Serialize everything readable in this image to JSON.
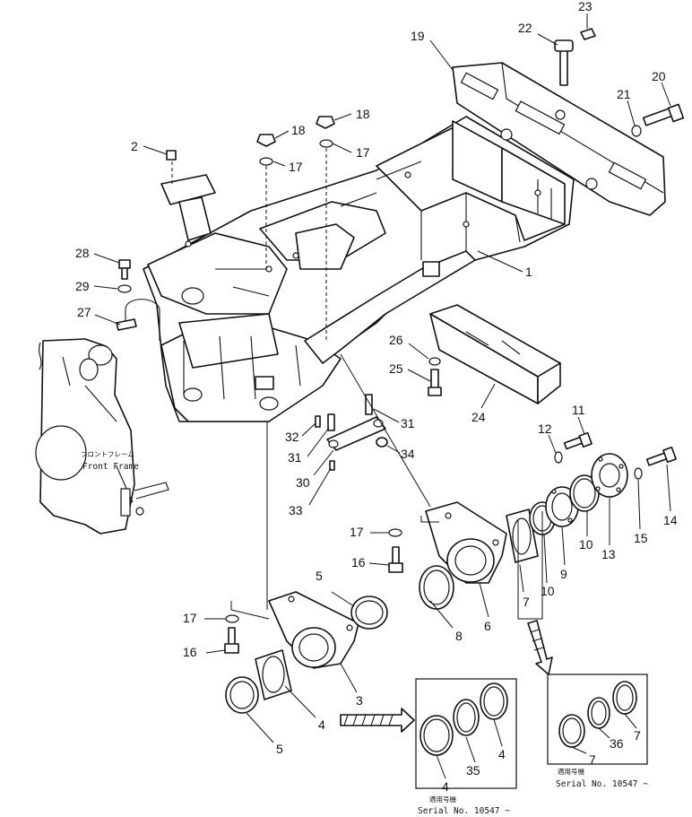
{
  "callouts": [
    {
      "id": "c1",
      "text": "1"
    },
    {
      "id": "c2",
      "text": "2"
    },
    {
      "id": "c3",
      "text": "3"
    },
    {
      "id": "c4a",
      "text": "4"
    },
    {
      "id": "c4b",
      "text": "4"
    },
    {
      "id": "c4c",
      "text": "4"
    },
    {
      "id": "c5a",
      "text": "5"
    },
    {
      "id": "c5b",
      "text": "5"
    },
    {
      "id": "c6",
      "text": "6"
    },
    {
      "id": "c7a",
      "text": "7"
    },
    {
      "id": "c7b",
      "text": "7"
    },
    {
      "id": "c7c",
      "text": "7"
    },
    {
      "id": "c8",
      "text": "8"
    },
    {
      "id": "c9",
      "text": "9"
    },
    {
      "id": "c10a",
      "text": "10"
    },
    {
      "id": "c10b",
      "text": "10"
    },
    {
      "id": "c11",
      "text": "11"
    },
    {
      "id": "c12",
      "text": "12"
    },
    {
      "id": "c13",
      "text": "13"
    },
    {
      "id": "c14",
      "text": "14"
    },
    {
      "id": "c15",
      "text": "15"
    },
    {
      "id": "c16a",
      "text": "16"
    },
    {
      "id": "c16b",
      "text": "16"
    },
    {
      "id": "c17a",
      "text": "17"
    },
    {
      "id": "c17b",
      "text": "17"
    },
    {
      "id": "c17c",
      "text": "17"
    },
    {
      "id": "c17d",
      "text": "17"
    },
    {
      "id": "c18a",
      "text": "18"
    },
    {
      "id": "c18b",
      "text": "18"
    },
    {
      "id": "c19",
      "text": "19"
    },
    {
      "id": "c20",
      "text": "20"
    },
    {
      "id": "c21",
      "text": "21"
    },
    {
      "id": "c22",
      "text": "22"
    },
    {
      "id": "c23",
      "text": "23"
    },
    {
      "id": "c24",
      "text": "24"
    },
    {
      "id": "c25",
      "text": "25"
    },
    {
      "id": "c26",
      "text": "26"
    },
    {
      "id": "c27",
      "text": "27"
    },
    {
      "id": "c28",
      "text": "28"
    },
    {
      "id": "c29",
      "text": "29"
    },
    {
      "id": "c30",
      "text": "30"
    },
    {
      "id": "c31a",
      "text": "31"
    },
    {
      "id": "c31b",
      "text": "31"
    },
    {
      "id": "c32",
      "text": "32"
    },
    {
      "id": "c33",
      "text": "33"
    },
    {
      "id": "c34",
      "text": "34"
    },
    {
      "id": "c35",
      "text": "35"
    },
    {
      "id": "c36",
      "text": "36"
    }
  ],
  "front_frame": {
    "label_jp": "フロントフレーム",
    "label_en": "Front Frame"
  },
  "inset_left": {
    "applicability_jp": "適用号機",
    "serial": "Serial No. 10547 ~"
  },
  "inset_right": {
    "applicability_jp": "適用号機",
    "serial": "Serial No. 10547 ~"
  }
}
